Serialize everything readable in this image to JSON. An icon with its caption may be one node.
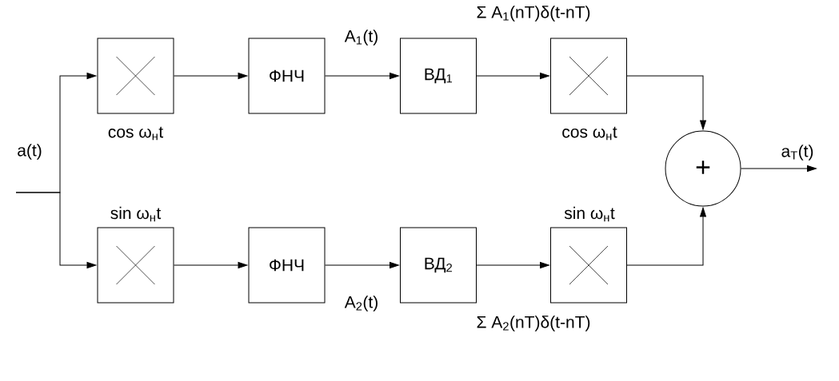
{
  "diagram": {
    "nodes": [
      {
        "text": [],
        "shape": "box",
        "beside": [
          "cos ω$_{н}$t"
        ]
      },
      {
        "text": [
          "ФНЧ"
        ]
      },
      {
        "text": [
          "ВД$_{1}$"
        ]
      },
      {
        "text": [],
        "shape": "box",
        "beside": [
          "cos ω$_{н}$t"
        ]
      },
      {
        "text": [],
        "shape": "box",
        "beside": [
          "sin ω$_{н}$t"
        ]
      },
      {
        "text": [
          "ФНЧ"
        ]
      },
      {
        "text": [
          "ВД$_{2}$"
        ]
      },
      {
        "text": [],
        "shape": "box",
        "beside": [
          "sin ω$_{н}$t"
        ]
      },
      {
        "text": [
          "+"
        ]
      }
    ],
    "edges": [
      {
        "from": null,
        "to": 0,
        "arrow": "to"
      },
      {
        "from": null,
        "to": 4,
        "arrow": "to"
      },
      {
        "from": 0,
        "to": 1,
        "arrow": "to"
      },
      {
        "from": 1,
        "to": 2,
        "arrow": "to",
        "label": "A$_{1}$(t)"
      },
      {
        "from": 2,
        "to": 3,
        "arrow": "to",
        "label": "Σ A$_{1}$(nT)δ(t-nT)"
      },
      {
        "from": 3,
        "to": 8,
        "arrow": "to"
      },
      {
        "from": 4,
        "to": 5,
        "arrow": "to"
      },
      {
        "from": 5,
        "to": 6,
        "arrow": "to",
        "label": "A$_{2}$(t)"
      },
      {
        "from": 6,
        "to": 7,
        "arrow": "to",
        "label": "Σ A$_{2}$(nT)δ(t-nT)"
      },
      {
        "from": 7,
        "to": 8,
        "arrow": "to"
      },
      {
        "from": 8,
        "to": null,
        "arrow": "to",
        "label": "a$_{T}$(t)"
      }
    ],
    "labels": [
      "a(t)"
    ]
  }
}
